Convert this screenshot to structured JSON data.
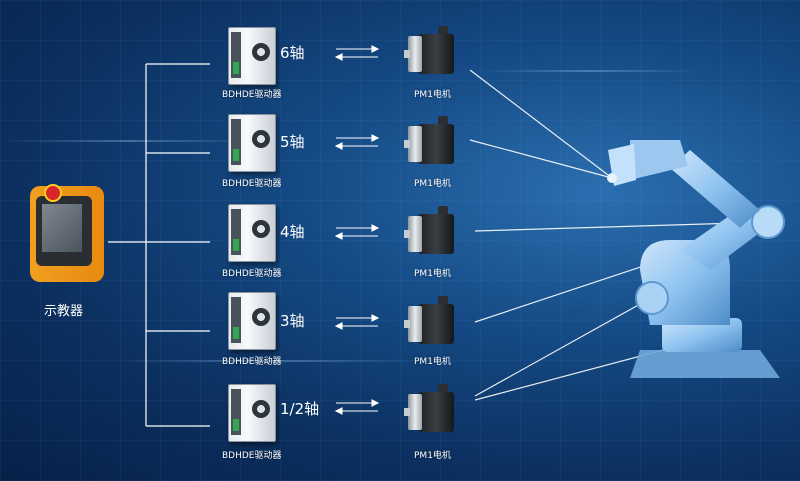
{
  "teach_pendant": {
    "label": "示教器"
  },
  "rows": [
    {
      "axis": "6轴",
      "driver_label": "BDHDE驱动器",
      "motor_label": "PM1电机"
    },
    {
      "axis": "5轴",
      "driver_label": "BDHDE驱动器",
      "motor_label": "PM1电机"
    },
    {
      "axis": "4轴",
      "driver_label": "BDHDE驱动器",
      "motor_label": "PM1电机"
    },
    {
      "axis": "3轴",
      "driver_label": "BDHDE驱动器",
      "motor_label": "PM1电机"
    },
    {
      "axis": "1/2轴",
      "driver_label": "BDHDE驱动器",
      "motor_label": "PM1电机"
    }
  ],
  "colors": {
    "background": "#0b2f5e",
    "line": "#ffffff",
    "pendant": "#f0a020",
    "robot": "#8fc3f0"
  }
}
